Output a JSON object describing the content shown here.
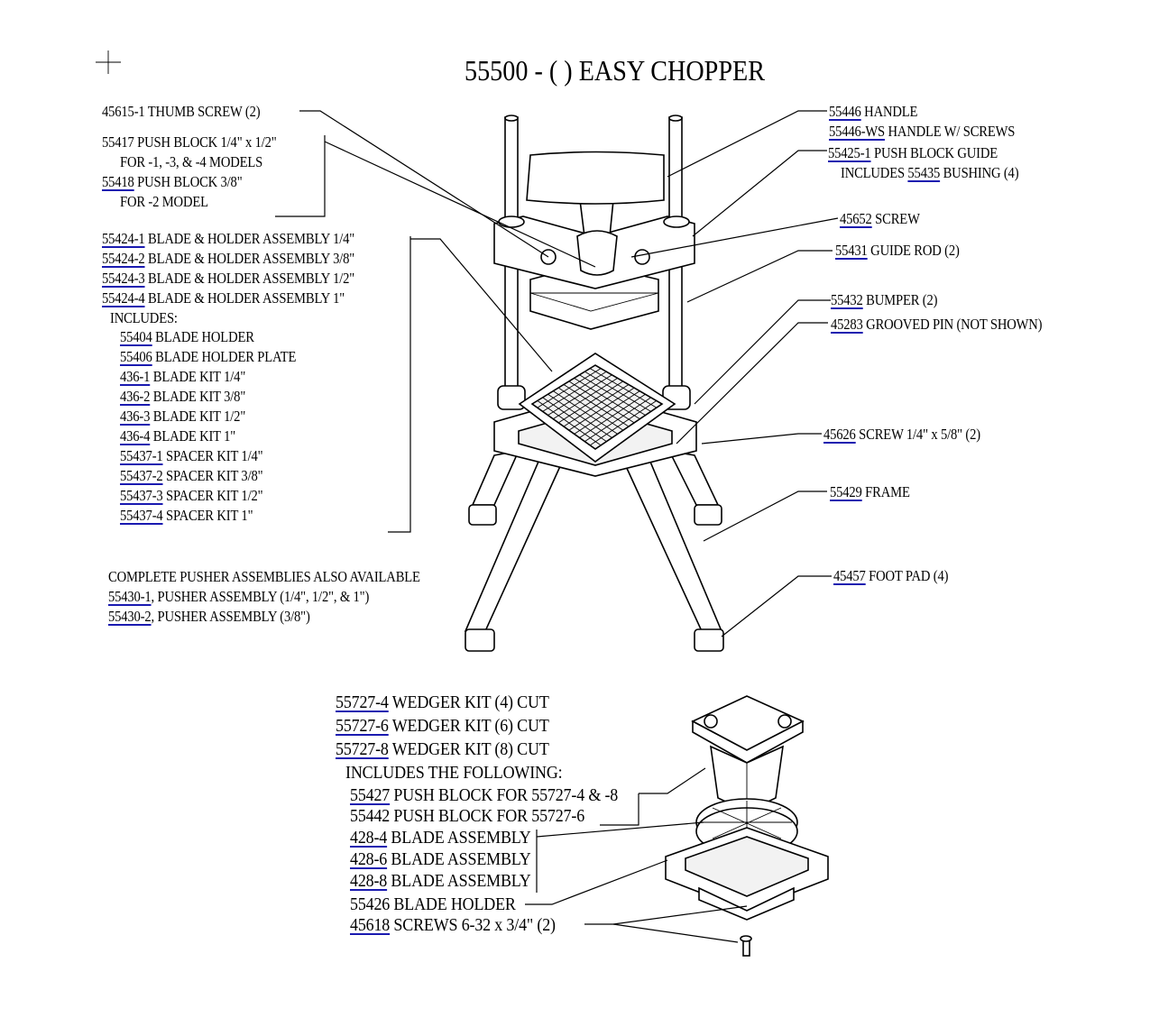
{
  "title": "55500 - (  )  EASY CHOPPER",
  "left_labels": [
    {
      "pn": "45615-1",
      "text": "THUMB SCREW (2)",
      "link": false
    },
    {
      "pn": "55417",
      "text": "PUSH BLOCK 1/4\" x 1/2\"",
      "link": false
    },
    {
      "pn": "",
      "text": "FOR -1, -3, & -4 MODELS",
      "link": false
    },
    {
      "pn": "55418",
      "text": "PUSH BLOCK 3/8\"",
      "link": true
    },
    {
      "pn": "",
      "text": "FOR -2 MODEL",
      "link": false
    },
    {
      "pn": "55424-1",
      "text": "BLADE & HOLDER ASSEMBLY 1/4\"",
      "link": true
    },
    {
      "pn": "55424-2",
      "text": "BLADE & HOLDER ASSEMBLY 3/8\"",
      "link": true
    },
    {
      "pn": "55424-3",
      "text": "BLADE & HOLDER ASSEMBLY 1/2\"",
      "link": true
    },
    {
      "pn": "55424-4",
      "text": "BLADE & HOLDER ASSEMBLY 1\"",
      "link": true
    },
    {
      "pn": "",
      "text": "INCLUDES:",
      "link": false
    },
    {
      "pn": "55404",
      "text": "BLADE HOLDER",
      "link": true
    },
    {
      "pn": "55406",
      "text": "BLADE HOLDER PLATE",
      "link": true
    },
    {
      "pn": "436-1",
      "text": "BLADE KIT 1/4\"",
      "link": true
    },
    {
      "pn": "436-2",
      "text": "BLADE KIT 3/8\"",
      "link": true
    },
    {
      "pn": "436-3",
      "text": "BLADE KIT 1/2\"",
      "link": true
    },
    {
      "pn": "436-4",
      "text": "BLADE KIT 1\"",
      "link": true
    },
    {
      "pn": "55437-1",
      "text": "SPACER KIT 1/4\"",
      "link": true
    },
    {
      "pn": "55437-2",
      "text": "SPACER KIT 3/8\"",
      "link": true
    },
    {
      "pn": "55437-3",
      "text": "SPACER KIT 1/2\"",
      "link": true
    },
    {
      "pn": "55437-4",
      "text": "SPACER KIT 1\"",
      "link": true
    },
    {
      "pn": "",
      "text": "COMPLETE PUSHER ASSEMBLIES ALSO AVAILABLE",
      "link": false
    },
    {
      "pn": "55430-1",
      "text": ", PUSHER ASSEMBLY (1/4\", 1/2\", & 1\")",
      "link": true
    },
    {
      "pn": "55430-2",
      "text": ", PUSHER ASSEMBLY (3/8\")",
      "link": true
    }
  ],
  "right_labels": [
    {
      "pn": "55446",
      "text": "HANDLE",
      "link": true
    },
    {
      "pn": "55446-WS",
      "text": "HANDLE W/ SCREWS",
      "link": true
    },
    {
      "pn": "55425-1",
      "text": "PUSH BLOCK GUIDE",
      "link": true
    },
    {
      "pn": "",
      "text": "INCLUDES",
      "pn2": "55435",
      "text2": "BUSHING (4)",
      "link": false
    },
    {
      "pn": "45652",
      "text": "SCREW",
      "link": true
    },
    {
      "pn": "55431",
      "text": "GUIDE ROD (2)",
      "link": true
    },
    {
      "pn": "55432",
      "text": "BUMPER (2)",
      "link": true
    },
    {
      "pn": "45283",
      "text": "GROOVED PIN (NOT SHOWN)",
      "link": true
    },
    {
      "pn": "45626",
      "text": "SCREW 1/4\" x 5/8\"  (2)",
      "link": true
    },
    {
      "pn": "55429",
      "text": "FRAME",
      "link": true
    },
    {
      "pn": "45457",
      "text": "FOOT PAD (4)",
      "link": true
    }
  ],
  "wedger_labels": [
    {
      "pn": "55727-4",
      "text": "WEDGER KIT (4) CUT",
      "link": true
    },
    {
      "pn": "55727-6",
      "text": "WEDGER KIT (6) CUT",
      "link": true
    },
    {
      "pn": "55727-8",
      "text": "WEDGER KIT (8) CUT",
      "link": true
    },
    {
      "pn": "",
      "text": "INCLUDES THE FOLLOWING:",
      "link": false
    },
    {
      "pn": "55427",
      "text": "PUSH BLOCK FOR 55727-4 & -8",
      "link": true
    },
    {
      "pn": "55442",
      "text": "PUSH BLOCK FOR 55727-6",
      "link": false
    },
    {
      "pn": "428-4",
      "text": "BLADE ASSEMBLY",
      "link": true
    },
    {
      "pn": "428-6",
      "text": "BLADE ASSEMBLY",
      "link": true
    },
    {
      "pn": "428-8",
      "text": "BLADE ASSEMBLY",
      "link": true
    },
    {
      "pn": "55426",
      "text": "BLADE HOLDER",
      "link": false
    },
    {
      "pn": "45618",
      "text": "SCREWS 6-32 x 3/4\"  (2)",
      "link": true
    }
  ]
}
